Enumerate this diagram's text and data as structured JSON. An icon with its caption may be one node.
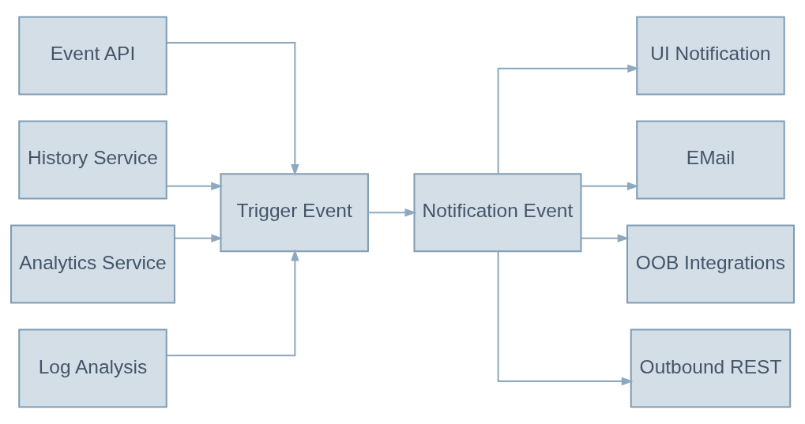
{
  "diagram": {
    "nodes": [
      {
        "text": [
          "Event API"
        ]
      },
      {
        "text": [
          "History Service"
        ]
      },
      {
        "text": [
          "Analytics Service"
        ]
      },
      {
        "text": [
          "Log Analysis"
        ]
      },
      {
        "text": [
          "Trigger Event"
        ]
      },
      {
        "text": [
          "Notification Event"
        ]
      },
      {
        "text": [
          "UI Notification"
        ]
      },
      {
        "text": [
          "EMail"
        ]
      },
      {
        "text": [
          "OOB Integrations"
        ]
      },
      {
        "text": [
          "Outbound REST"
        ]
      }
    ],
    "edges": [
      {
        "from": 0,
        "to": 4,
        "arrow": "to"
      },
      {
        "from": 1,
        "to": 4,
        "arrow": "to"
      },
      {
        "from": 2,
        "to": 4,
        "arrow": "to"
      },
      {
        "from": 3,
        "to": 4,
        "arrow": "to"
      },
      {
        "from": 4,
        "to": 5,
        "arrow": "to"
      },
      {
        "from": 5,
        "to": 6,
        "arrow": "to"
      },
      {
        "from": 5,
        "to": 7,
        "arrow": "to"
      },
      {
        "from": 5,
        "to": 8,
        "arrow": "to"
      },
      {
        "from": 5,
        "to": 9,
        "arrow": "to"
      }
    ]
  }
}
